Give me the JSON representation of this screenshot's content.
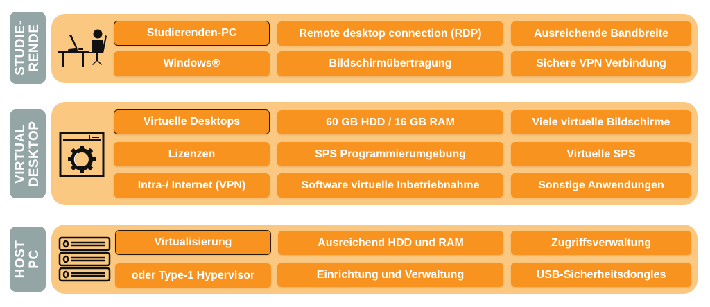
{
  "colors": {
    "label_bg": "#94a5a5",
    "panel_bg": "#fac880",
    "button_bg": "#f8931f",
    "button_text": "#ffffff",
    "outline": "#2a1a08"
  },
  "sections": [
    {
      "label_line1": "STUDIE-",
      "label_line2": "RENDE",
      "icon": "student-at-desk-icon",
      "rows": [
        [
          "Studierenden-PC",
          "Remote desktop connection (RDP)",
          "Ausreichende Bandbreite"
        ],
        [
          "Windows®",
          "Bildschirmübertragung",
          "Sichere VPN Verbindung"
        ]
      ],
      "highlighted": "Studierenden-PC"
    },
    {
      "label_line1": "VIRTUAL",
      "label_line2": "DESKTOP",
      "icon": "window-gear-icon",
      "rows": [
        [
          "Virtuelle Desktops",
          "60 GB HDD / 16 GB RAM",
          "Viele virtuelle Bildschirme"
        ],
        [
          "Lizenzen",
          "SPS Programmierumgebung",
          "Virtuelle SPS"
        ],
        [
          "Intra-/ Internet (VPN)",
          "Software virtuelle Inbetriebnahme",
          "Sonstige Anwendungen"
        ]
      ],
      "highlighted": "Virtuelle Desktops"
    },
    {
      "label_line1": "HOST",
      "label_line2": "PC",
      "icon": "server-rack-icon",
      "rows": [
        [
          "Virtualisierung",
          "Ausreichend HDD und RAM",
          "Zugriffsverwaltung"
        ],
        [
          "oder Type-1 Hypervisor",
          "Einrichtung und Verwaltung",
          "USB-Sicherheitsdongles"
        ]
      ],
      "highlighted": "Virtualisierung"
    }
  ]
}
